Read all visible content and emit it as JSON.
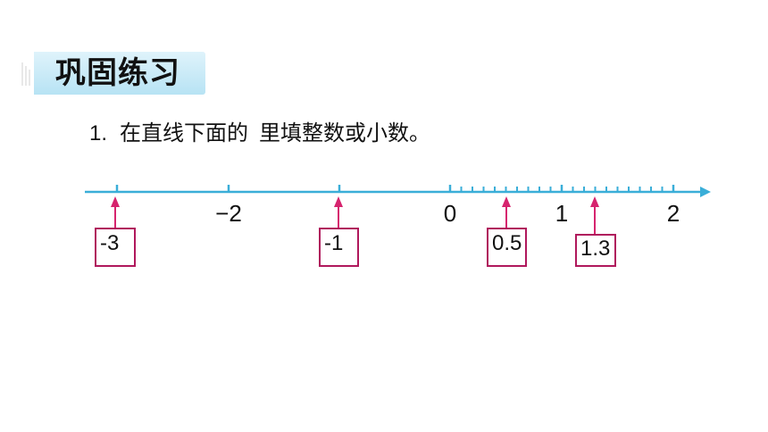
{
  "header": {
    "title": "巩固练习"
  },
  "question": {
    "number": "1.",
    "text_before": "在直线下面的",
    "text_after": "里填整数或小数。"
  },
  "number_line": {
    "labels": [
      "−2",
      "0",
      "1",
      "2"
    ],
    "line_color": "#3aaed8",
    "arrow_color": "#d6246e",
    "box_color": "#b0185c"
  },
  "answers": [
    "-3",
    "-1",
    "0.5",
    "1.3"
  ]
}
